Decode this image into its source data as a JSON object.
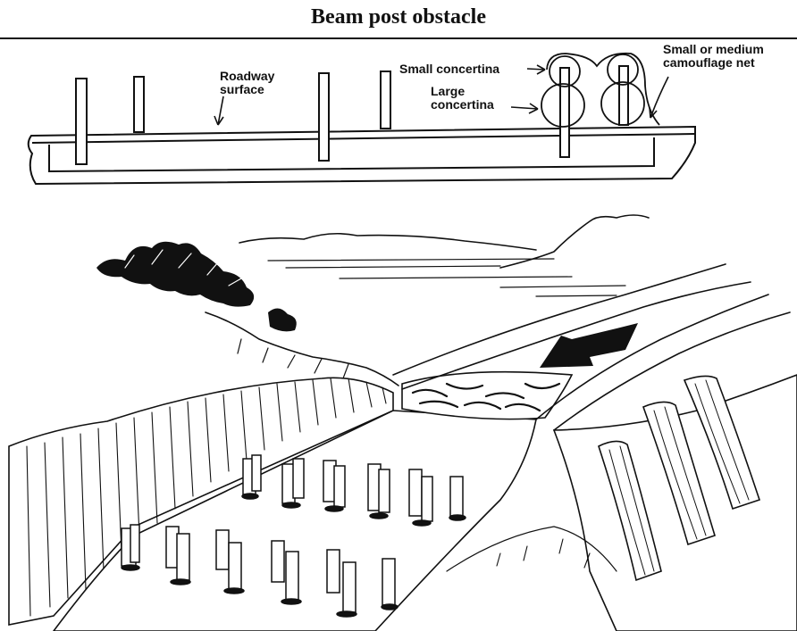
{
  "title": "Beam post obstacle",
  "labels": {
    "roadway_line1": "Roadway",
    "roadway_line2": "surface",
    "small_concertina": "Small concertina",
    "large_line1": "Large",
    "large_line2": "concertina",
    "net_line1": "Small or medium",
    "net_line2": "camouflage net"
  }
}
